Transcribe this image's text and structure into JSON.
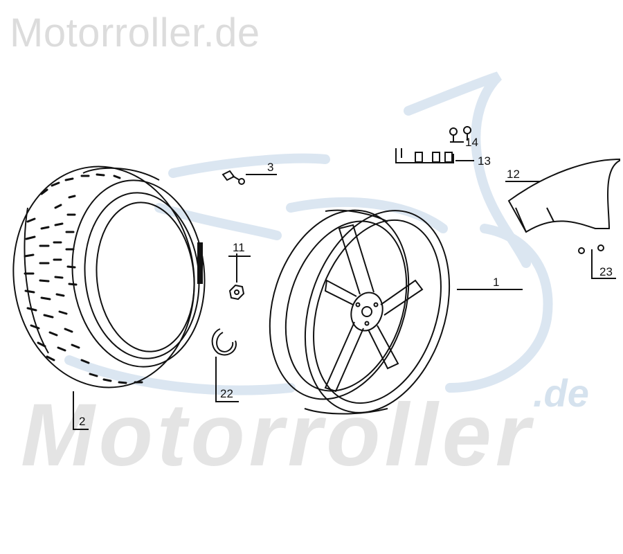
{
  "watermark": {
    "header": "Motorroller.de",
    "bottom": "Motorroller",
    "bottom_suffix": ".de"
  },
  "callouts": {
    "c1": "1",
    "c2": "2",
    "c3": "3",
    "c11": "11",
    "c12": "12",
    "c13": "13",
    "c14": "14",
    "c22": "22",
    "c23": "23"
  },
  "colors": {
    "line": "#111111",
    "watermark_gray": "#dcdcdc",
    "watermark_blue": "#d5e2ee"
  }
}
